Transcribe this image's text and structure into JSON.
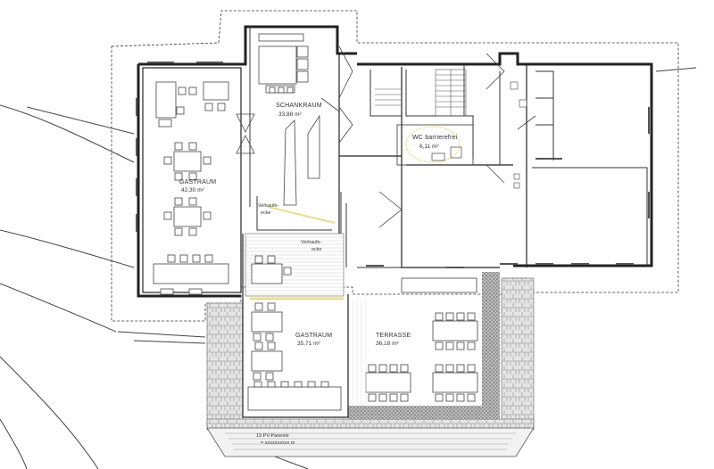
{
  "colors": {
    "wall": "#333333",
    "line": "#555555",
    "faint": "#999999",
    "glass": "#f3e6a8",
    "panel": "#cfcfcf",
    "gravel": "#8a8a8a",
    "wcRing": "#e6d67a"
  },
  "rooms": {
    "schankraum": {
      "name": "SCHANKRAUM",
      "area": "33,88 m²"
    },
    "gastraum_left": {
      "name": "GASTRAUM",
      "area": "42,30 m²"
    },
    "gastraum_center": {
      "name": "GASTRAUM",
      "area": "35,71 m²"
    },
    "terrasse": {
      "name": "TERRASSE",
      "area": "36,18 m²"
    },
    "wc": {
      "name": "WC barrierefrei",
      "area": "6,11 m²"
    },
    "verkaufsecke_top": {
      "line1": "Verkaufs-",
      "line2": "ecke"
    },
    "verkaufsecke_bottom": {
      "line1": "Verkaufs-",
      "line2": "ecke"
    }
  },
  "notes": {
    "pv_line1": "19 PV-Paneele",
    "pv_line2": "= xxxxxxxxxx m"
  }
}
